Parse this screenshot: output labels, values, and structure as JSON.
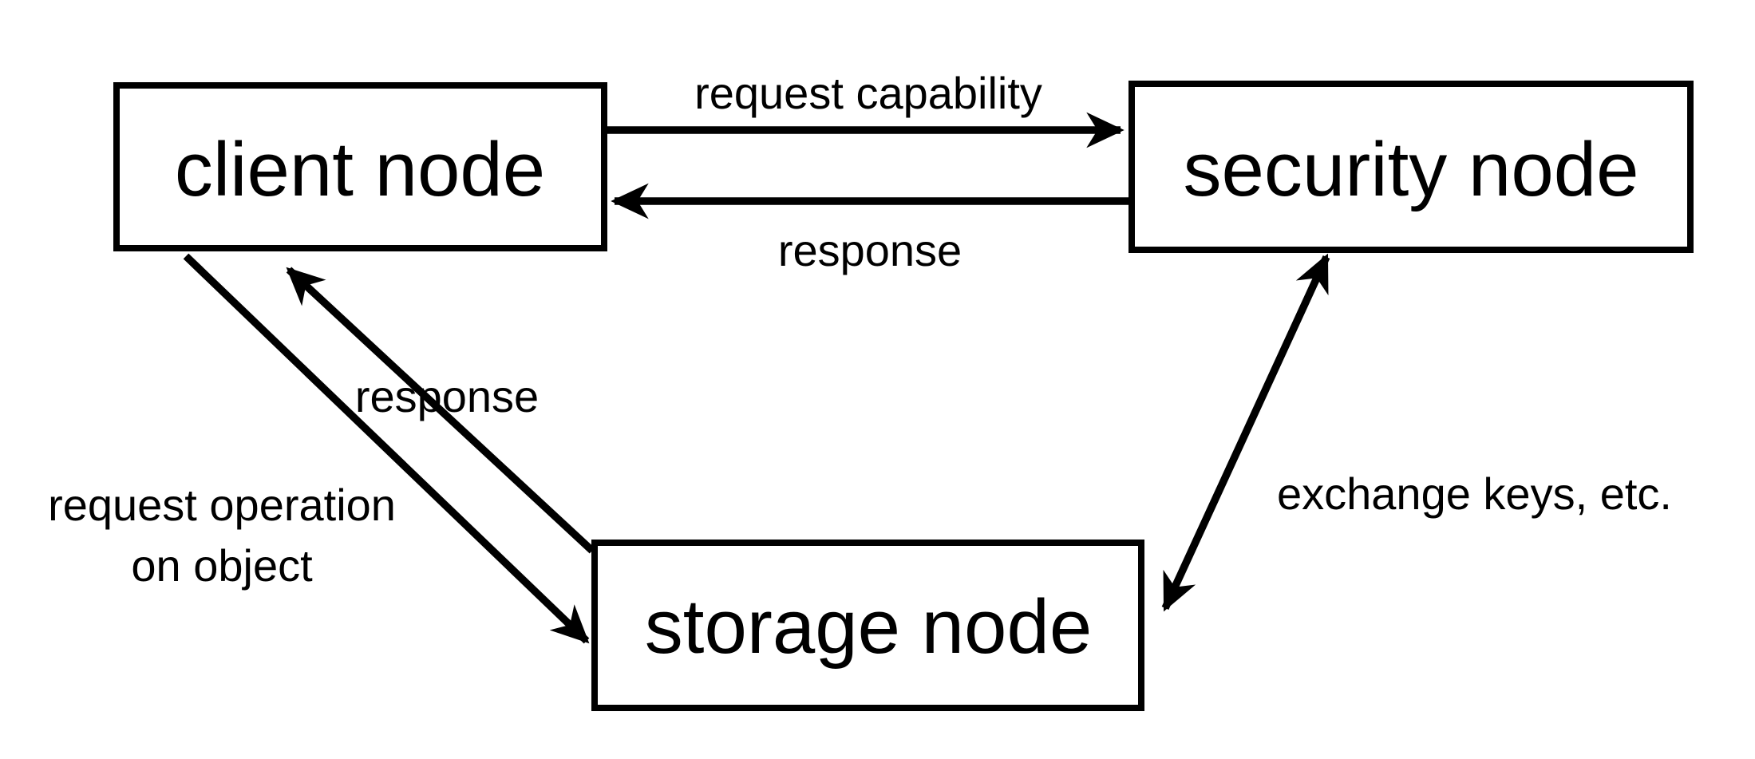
{
  "diagram": {
    "type": "node-link diagram",
    "nodes": {
      "client": {
        "label": "client node"
      },
      "security": {
        "label": "security node"
      },
      "storage": {
        "label": "storage node"
      }
    },
    "edges": {
      "request_capability": {
        "label": "request capability",
        "from": "client node",
        "to": "security node",
        "arrow": "one-way"
      },
      "response_from_security": {
        "label": "response",
        "from": "security node",
        "to": "client node",
        "arrow": "one-way"
      },
      "request_operation": {
        "label": "request operation on object",
        "label_line1": "request operation",
        "label_line2": "on object",
        "from": "client node",
        "to": "storage node",
        "arrow": "one-way"
      },
      "response_from_storage": {
        "label": "response",
        "from": "storage node",
        "to": "client node",
        "arrow": "one-way"
      },
      "exchange_keys": {
        "label": "exchange keys, etc.",
        "from": "security node",
        "to": "storage node",
        "arrow": "two-way"
      }
    },
    "colors": {
      "ink": "#000000",
      "background": "#ffffff"
    }
  }
}
